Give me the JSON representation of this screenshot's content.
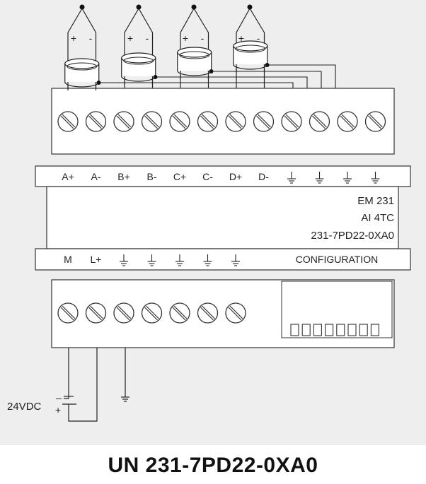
{
  "module": {
    "line1": "EM  231",
    "line2": "AI 4TC",
    "line3": "231-7PD22-0XA0"
  },
  "top_terminal_labels": [
    "A+",
    "A-",
    "B+",
    "B-",
    "C+",
    "C-",
    "D+",
    "D-"
  ],
  "top_ground_count": 4,
  "bottom_terminal_labels": [
    "M",
    "L+"
  ],
  "bottom_ground_count": 5,
  "configuration_label": "CONFIGURATION",
  "dip_switch_count": 8,
  "thermocouple_polarity": [
    "+",
    "-"
  ],
  "power_supply": {
    "label": "24VDC",
    "minus": "_",
    "plus": "+"
  },
  "caption": "UN 231-7PD22-0XA0"
}
